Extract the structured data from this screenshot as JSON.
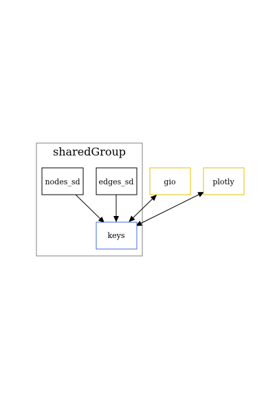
{
  "diagram": {
    "cluster": {
      "label": "sharedGroup",
      "border_color": "#808080"
    },
    "nodes": {
      "nodes_sd": {
        "label": "nodes_sd",
        "border_color": "#000000"
      },
      "edges_sd": {
        "label": "edges_sd",
        "border_color": "#000000"
      },
      "keys": {
        "label": "keys",
        "border_color": "#4169e1"
      },
      "gio": {
        "label": "gio",
        "border_color": "#e6c200"
      },
      "plotly": {
        "label": "plotly",
        "border_color": "#e6c200"
      }
    },
    "edges": [
      {
        "from": "nodes_sd",
        "to": "keys",
        "direction": "forward"
      },
      {
        "from": "edges_sd",
        "to": "keys",
        "direction": "forward"
      },
      {
        "from": "gio",
        "to": "keys",
        "direction": "both"
      },
      {
        "from": "plotly",
        "to": "keys",
        "direction": "both"
      }
    ]
  }
}
